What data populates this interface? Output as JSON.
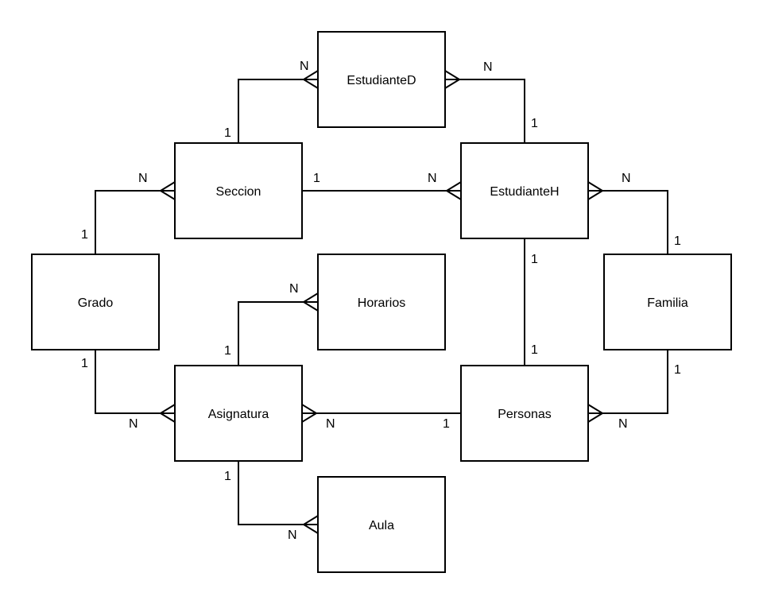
{
  "entities": {
    "estudianted": "EstudianteD",
    "seccion": "Seccion",
    "estudianteh": "EstudianteH",
    "grado": "Grado",
    "horarios": "Horarios",
    "familia": "Familia",
    "asignatura": "Asignatura",
    "personas": "Personas",
    "aula": "Aula"
  },
  "relationships": [
    {
      "from": "Seccion",
      "to": "EstudianteD",
      "from_card": "1",
      "to_card": "N"
    },
    {
      "from": "EstudianteH",
      "to": "EstudianteD",
      "from_card": "1",
      "to_card": "N"
    },
    {
      "from": "Seccion",
      "to": "EstudianteH",
      "from_card": "1",
      "to_card": "N"
    },
    {
      "from": "Grado",
      "to": "Seccion",
      "from_card": "1",
      "to_card": "N"
    },
    {
      "from": "Familia",
      "to": "EstudianteH",
      "from_card": "1",
      "to_card": "N"
    },
    {
      "from": "Asignatura",
      "to": "Horarios",
      "from_card": "1",
      "to_card": "N"
    },
    {
      "from": "Grado",
      "to": "Asignatura",
      "from_card": "1",
      "to_card": "N"
    },
    {
      "from": "Personas",
      "to": "Asignatura",
      "from_card": "1",
      "to_card": "N"
    },
    {
      "from": "EstudianteH",
      "to": "Personas",
      "from_card": "1",
      "to_card": "1"
    },
    {
      "from": "Familia",
      "to": "Personas",
      "from_card": "1",
      "to_card": "N"
    },
    {
      "from": "Asignatura",
      "to": "Aula",
      "from_card": "1",
      "to_card": "N"
    }
  ]
}
